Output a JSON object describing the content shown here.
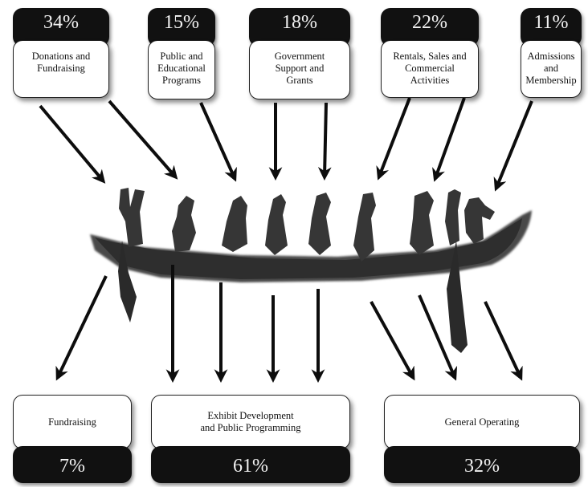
{
  "sources": [
    {
      "pct": "34%",
      "label": "Donations and\nFundraising"
    },
    {
      "pct": "15%",
      "label": "Public and\nEducational\nPrograms"
    },
    {
      "pct": "18%",
      "label": "Government\nSupport and\nGrants"
    },
    {
      "pct": "22%",
      "label": "Rentals, Sales and\nCommercial\nActivities"
    },
    {
      "pct": "11%",
      "label": "Admissions\nand\nMembership"
    }
  ],
  "uses": [
    {
      "pct": "7%",
      "label": "Fundraising"
    },
    {
      "pct": "61%",
      "label": "Exhibit Development\nand Public Programming"
    },
    {
      "pct": "32%",
      "label": "General Operating"
    }
  ],
  "colors": {
    "box_dark": "#111111",
    "arrow": "#0d0d0d",
    "canoe": "#3a3a3a"
  },
  "center_image": "canoe-with-paddlers-silhouette"
}
